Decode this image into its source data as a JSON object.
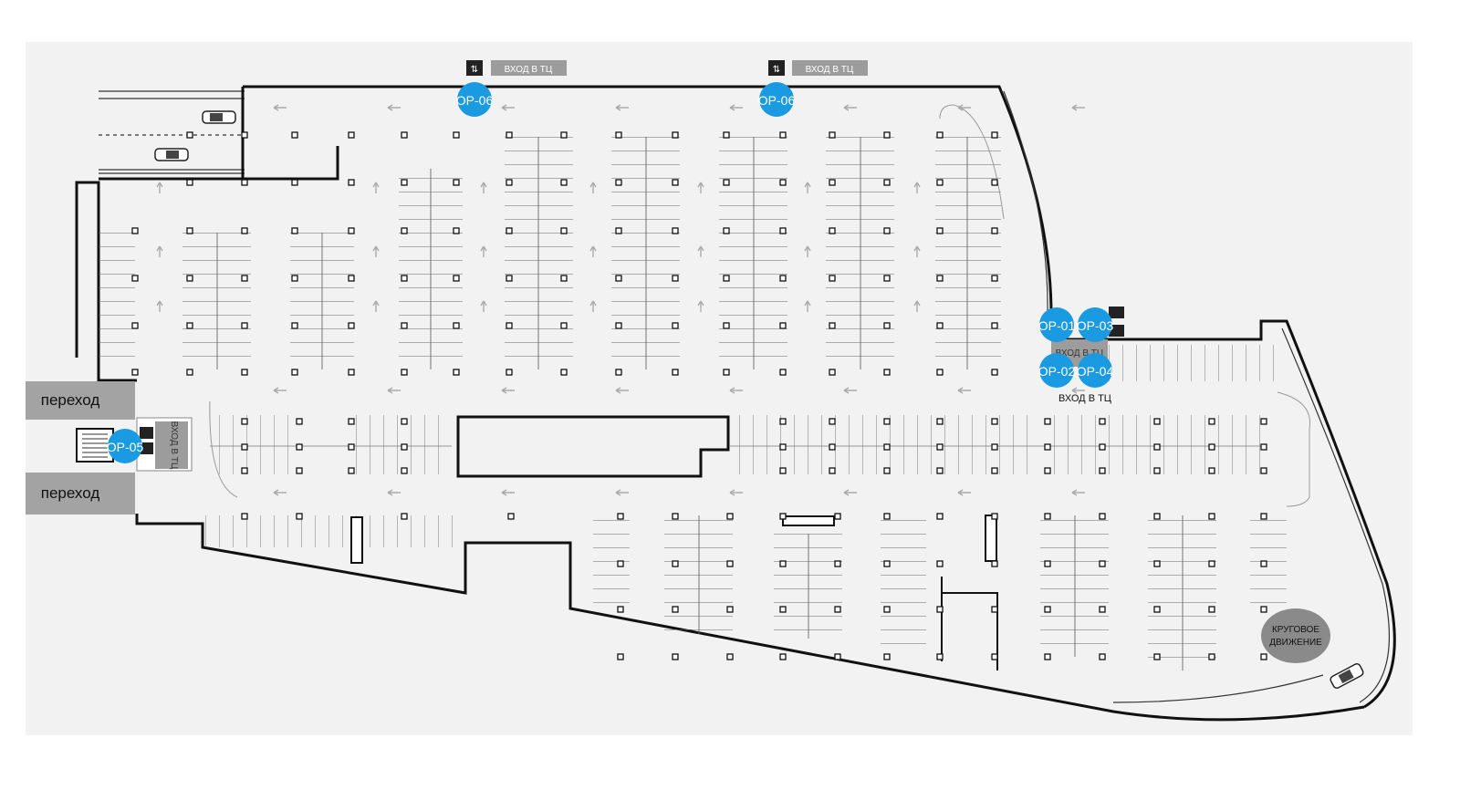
{
  "map": {
    "background_color": "#f2f2f2",
    "wall_color": "#111111",
    "marker_color": "#1a9ae0",
    "marker_text_color": "#ffffff",
    "label_box_color": "#9c9c9c",
    "passage_box_color": "#a3a3a3",
    "roundabout_color": "#8a8a8a"
  },
  "markers": {
    "op06_left": "ОР-06",
    "op06_right": "ОР-06",
    "op01": "ОР-01",
    "op02": "ОР-02",
    "op03": "ОР-03",
    "op04": "ОР-04",
    "op05": "ОР-05"
  },
  "labels": {
    "entrance_top_left": "ВХОД В ТЦ",
    "entrance_top_right": "ВХОД В ТЦ",
    "entrance_center_box": "ВХОД В ТЦ",
    "entrance_center": "ВХОД В ТЦ",
    "entrance_vertical": "ВХОД В ТЦ",
    "passage_top": "переход",
    "passage_bottom": "переход",
    "roundabout_line1": "КРУГОВОЕ",
    "roundabout_line2": "ДВИЖЕНИЕ"
  },
  "icons": [
    "elevator-icon",
    "car-icon",
    "arrow-icon"
  ]
}
